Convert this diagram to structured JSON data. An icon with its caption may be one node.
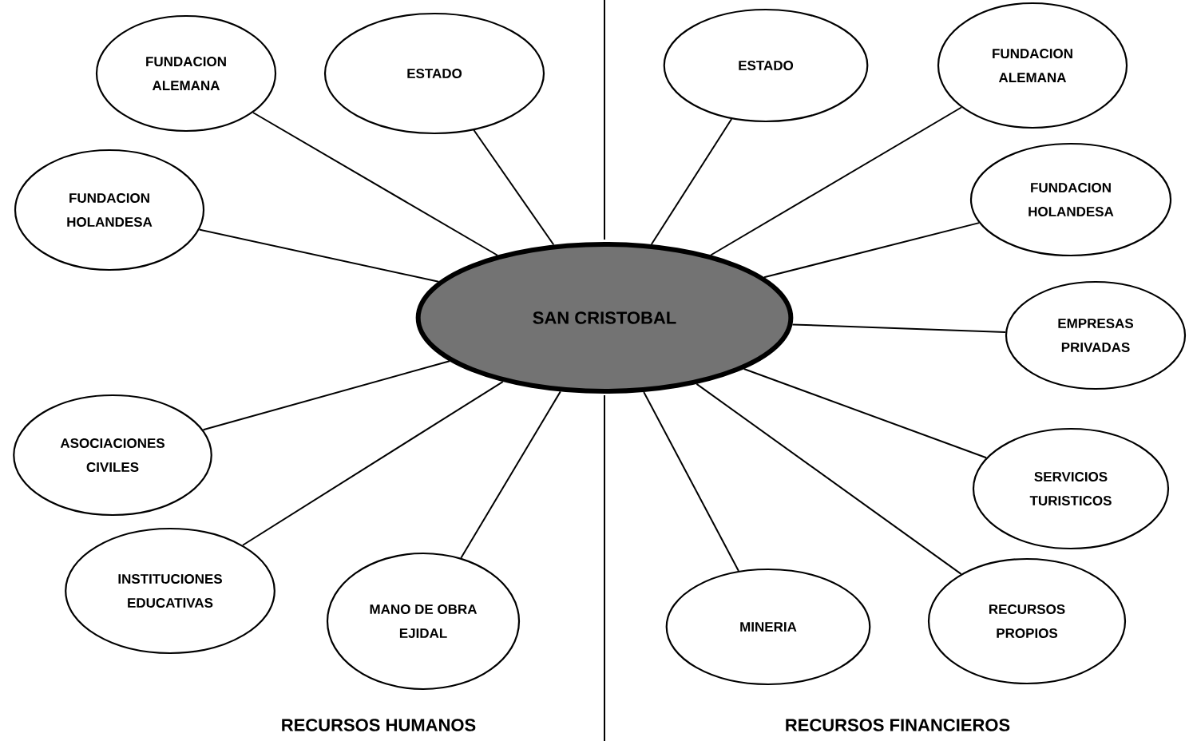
{
  "diagram": {
    "nodes": [
      {
        "text": [
          "SAN CRISTOBAL"
        ]
      },
      {
        "text": [
          "FUNDACION ALEMANA"
        ]
      },
      {
        "text": [
          "ESTADO"
        ]
      },
      {
        "text": [
          "FUNDACION HOLANDESA"
        ]
      },
      {
        "text": [
          "ASOCIACIONES CIVILES"
        ]
      },
      {
        "text": [
          "INSTITUCIONES EDUCATIVAS"
        ]
      },
      {
        "text": [
          "MANO DE OBRA EJIDAL"
        ]
      },
      {
        "text": [
          "ESTADO"
        ]
      },
      {
        "text": [
          "FUNDACION ALEMANA"
        ]
      },
      {
        "text": [
          "FUNDACION HOLANDESA"
        ]
      },
      {
        "text": [
          "EMPRESAS PRIVADAS"
        ]
      },
      {
        "text": [
          "SERVICIOS TURISTICOS"
        ]
      },
      {
        "text": [
          "MINERIA"
        ]
      },
      {
        "text": [
          "RECURSOS PROPIOS"
        ]
      }
    ],
    "edges": [
      {
        "from": 0,
        "to": 1,
        "arrow": "none"
      },
      {
        "from": 0,
        "to": 2,
        "arrow": "none"
      },
      {
        "from": 0,
        "to": 3,
        "arrow": "none"
      },
      {
        "from": 0,
        "to": 4,
        "arrow": "none"
      },
      {
        "from": 0,
        "to": 5,
        "arrow": "none"
      },
      {
        "from": 0,
        "to": 6,
        "arrow": "none"
      },
      {
        "from": 0,
        "to": 7,
        "arrow": "none"
      },
      {
        "from": 0,
        "to": 8,
        "arrow": "none"
      },
      {
        "from": 0,
        "to": 9,
        "arrow": "none"
      },
      {
        "from": 0,
        "to": 10,
        "arrow": "none"
      },
      {
        "from": 0,
        "to": 11,
        "arrow": "none"
      },
      {
        "from": 0,
        "to": 12,
        "arrow": "none"
      },
      {
        "from": 0,
        "to": 13,
        "arrow": "none"
      }
    ],
    "labels": [
      "RECURSOS HUMANOS",
      "RECURSOS FINANCIEROS"
    ]
  }
}
